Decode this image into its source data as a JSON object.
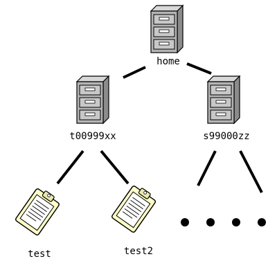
{
  "diagram": {
    "root": {
      "label": "home",
      "icon": "file-cabinet-icon"
    },
    "children": [
      {
        "label": "t00999xx",
        "icon": "file-cabinet-icon",
        "files": [
          {
            "label": "test",
            "icon": "clipboard-document-icon"
          },
          {
            "label": "test2",
            "icon": "clipboard-document-icon"
          }
        ]
      },
      {
        "label": "s99000zz",
        "icon": "file-cabinet-icon",
        "files": [],
        "continuation": "ellipsis-dots"
      }
    ],
    "colors": {
      "cabinet": "#b4b4b4",
      "cabinet_dark": "#8c8c8c",
      "clipboard": "#ffffc8",
      "line": "#000000"
    }
  }
}
